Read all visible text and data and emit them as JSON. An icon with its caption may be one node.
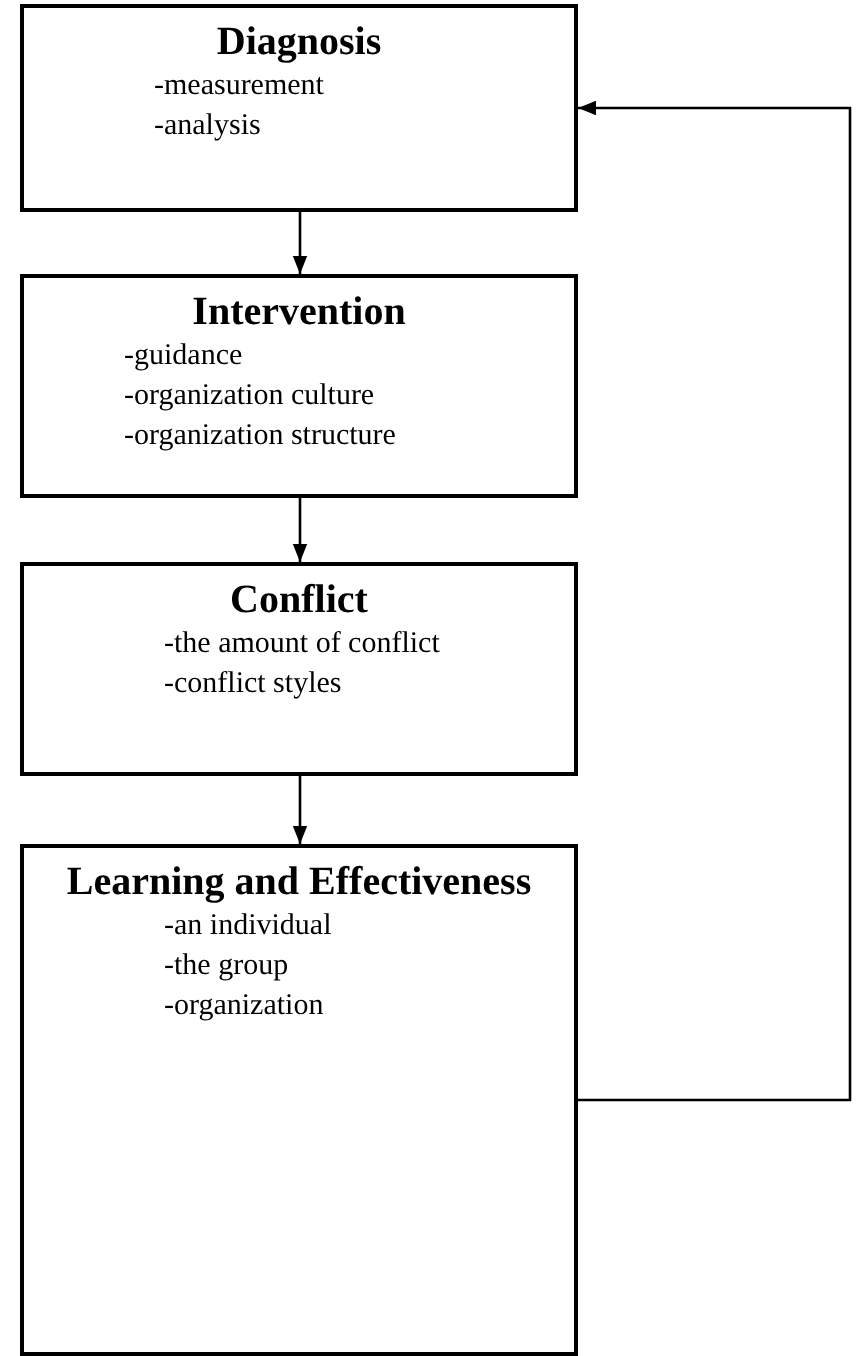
{
  "diagram": {
    "nodes": [
      {
        "text": [
          "Diagnosis",
          "-measurement",
          "-analysis"
        ]
      },
      {
        "text": [
          "Intervention",
          "-guidance",
          "-organization culture",
          "-organization structure"
        ]
      },
      {
        "text": [
          "Conflict",
          "-the amount of conflict",
          "-conflict styles"
        ]
      },
      {
        "text": [
          "Learning and Effectiveness",
          "-an individual",
          "-the group",
          "-organization"
        ]
      }
    ],
    "edges": [
      {
        "from": 0,
        "to": 1,
        "arrow": "to"
      },
      {
        "from": 1,
        "to": 2,
        "arrow": "to"
      },
      {
        "from": 2,
        "to": 3,
        "arrow": "to"
      },
      {
        "from": 3,
        "to": 0,
        "arrow": "to"
      }
    ]
  }
}
